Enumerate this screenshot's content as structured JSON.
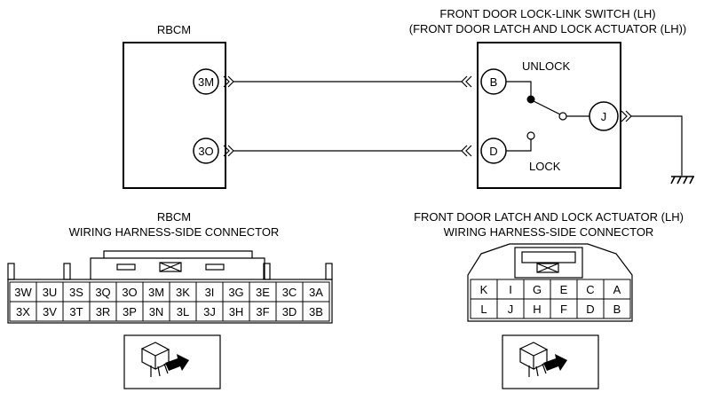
{
  "title_lines": [
    "FRONT DOOR LOCK-LINK SWITCH (LH)",
    "(FRONT DOOR LATCH AND LOCK ACTUATOR (LH))"
  ],
  "rbcm_label": "RBCM",
  "rbcm_pins": [
    "3M",
    "3O"
  ],
  "switch_pins": [
    "B",
    "D",
    "J"
  ],
  "switch_positions": {
    "unlock": "UNLOCK",
    "lock": "LOCK"
  },
  "rbcm_connector_title": [
    "RBCM",
    "WIRING HARNESS-SIDE CONNECTOR"
  ],
  "rbcm_connector_rows": [
    [
      "3W",
      "3U",
      "3S",
      "3Q",
      "3O",
      "3M",
      "3K",
      "3I",
      "3G",
      "3E",
      "3C",
      "3A"
    ],
    [
      "3X",
      "3V",
      "3T",
      "3R",
      "3P",
      "3N",
      "3L",
      "3J",
      "3H",
      "3F",
      "3D",
      "3B"
    ]
  ],
  "actuator_connector_title": [
    "FRONT DOOR LATCH AND LOCK ACTUATOR (LH)",
    "WIRING HARNESS-SIDE CONNECTOR"
  ],
  "actuator_connector_rows": [
    [
      "K",
      "I",
      "G",
      "E",
      "C",
      "A"
    ],
    [
      "L",
      "J",
      "H",
      "F",
      "D",
      "B"
    ]
  ]
}
